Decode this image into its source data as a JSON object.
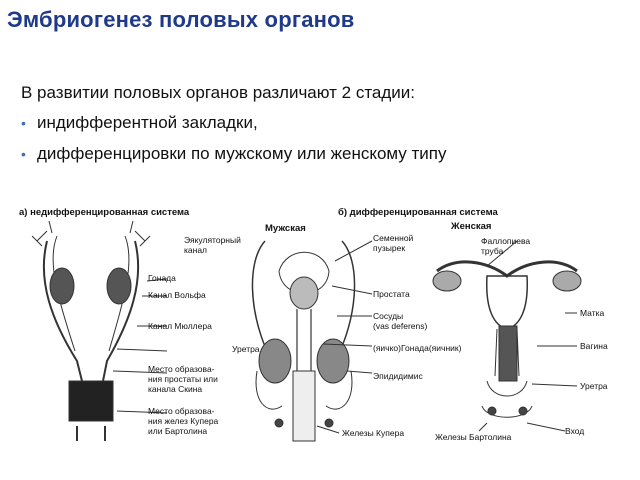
{
  "slide": {
    "title": "Эмбриогенез половых органов",
    "intro": "В развитии половых органов различают 2 стадии:",
    "bullets": [
      "индифферентной закладки,",
      "дифференцировки по мужскому или женскому типу"
    ]
  },
  "figure": {
    "header_a": "а) недифференцированная система",
    "header_b": "б) дифференцированная система",
    "male": "Мужская",
    "female": "Женская",
    "labels": {
      "ejac": "Эякуляторный\nканал",
      "gonad": "Гонада",
      "wolff": "Канал Вольфа",
      "muller": "Канал Мюллера",
      "urethra_m": "Уретра",
      "prost_site": "Место образова-\nния простаты или\nканала Скина",
      "cowper_site": "Место образова-\nния желез Купера\nили Бартолина",
      "seminal": "Семенной\nпузырек",
      "prostate": "Простата",
      "vessels": "Сосуды\n(vas deferens)",
      "testis": "(яичко)Гонада(яичник)",
      "epididymis": "Эпидидимис",
      "cowper": "Железы Купера",
      "bartholin": "Железы Бартолина",
      "fallopian": "Фаллопиева\nтруба",
      "uterus": "Матка",
      "vagina": "Вагина",
      "urethra_f": "Уретра",
      "entrance": "Вход"
    }
  },
  "colors": {
    "title": "#1f3a8a",
    "bullet": "#3f6fb5"
  }
}
